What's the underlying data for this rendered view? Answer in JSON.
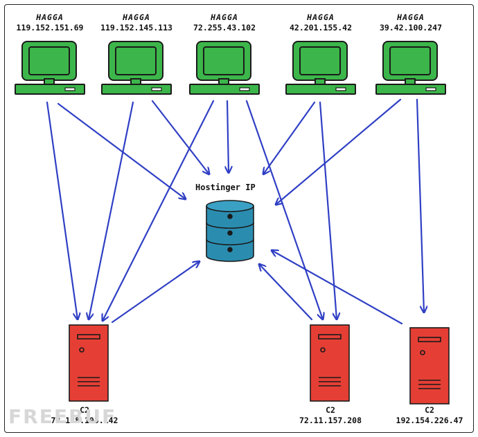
{
  "hosts": [
    {
      "name": "HAGGA",
      "ip": "119.152.151.69"
    },
    {
      "name": "HAGGA",
      "ip": "119.152.145.113"
    },
    {
      "name": "HAGGA",
      "ip": "72.255.43.102"
    },
    {
      "name": "HAGGA",
      "ip": "42.201.155.42"
    },
    {
      "name": "HAGGA",
      "ip": "39.42.100.247"
    }
  ],
  "center": {
    "label": "Hostinger IP",
    "icon": "database-icon"
  },
  "c2": [
    {
      "name": "C2",
      "ip": "78.138.105.142"
    },
    {
      "name": "C2",
      "ip": "72.11.157.208"
    },
    {
      "name": "C2",
      "ip": "192.154.226.47"
    }
  ],
  "watermark": "FREEBUF",
  "colors": {
    "computer": "#3cb64a",
    "database": "#2a8db0",
    "server": "#e53f35",
    "arrow": "#2f3fc4"
  }
}
